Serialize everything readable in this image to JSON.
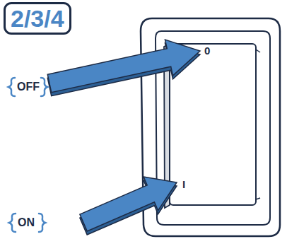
{
  "diagram": {
    "nodes": [
      {
        "text": [
          "2/3/4"
        ]
      }
    ],
    "labels": [
      "OFF",
      "ON",
      "0",
      "I"
    ]
  }
}
